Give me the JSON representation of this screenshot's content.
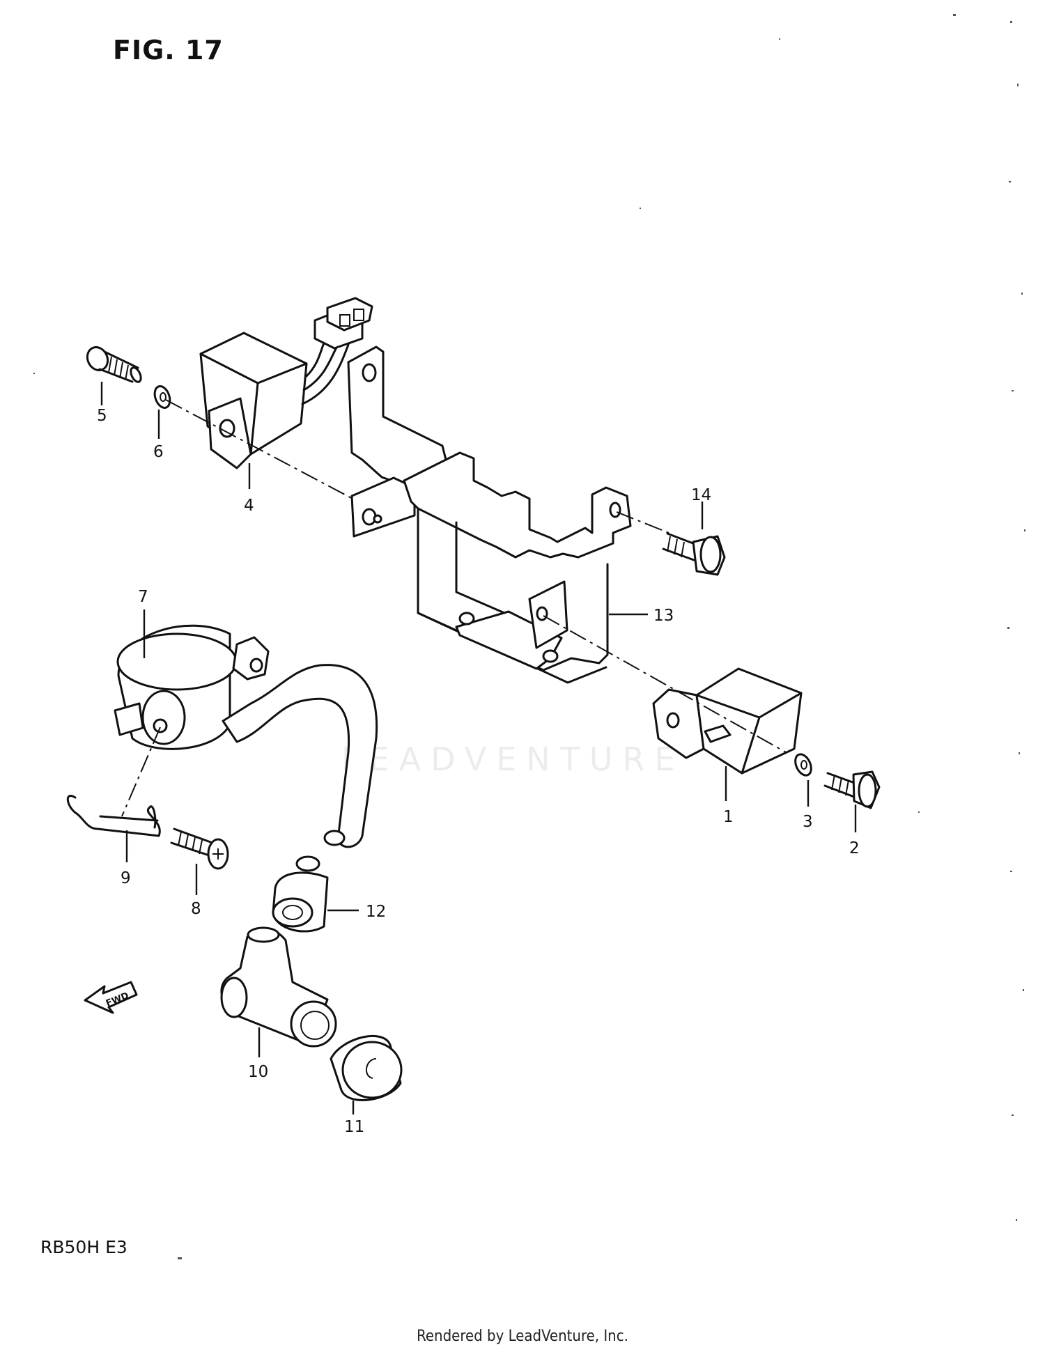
{
  "figure": {
    "title": "FIG. 17"
  },
  "model": {
    "code": "RB50H E3"
  },
  "watermark": {
    "text": "LEADVENTURE"
  },
  "footer": {
    "text": "Rendered by LeadVenture, Inc."
  },
  "direction_marker": {
    "label": "FWD",
    "icon": "forward-arrow-icon"
  },
  "callouts": [
    {
      "number": "1"
    },
    {
      "number": "2"
    },
    {
      "number": "3"
    },
    {
      "number": "4"
    },
    {
      "number": "5"
    },
    {
      "number": "6"
    },
    {
      "number": "7"
    },
    {
      "number": "8"
    },
    {
      "number": "9"
    },
    {
      "number": "10"
    },
    {
      "number": "11"
    },
    {
      "number": "12"
    },
    {
      "number": "13"
    },
    {
      "number": "14"
    }
  ]
}
